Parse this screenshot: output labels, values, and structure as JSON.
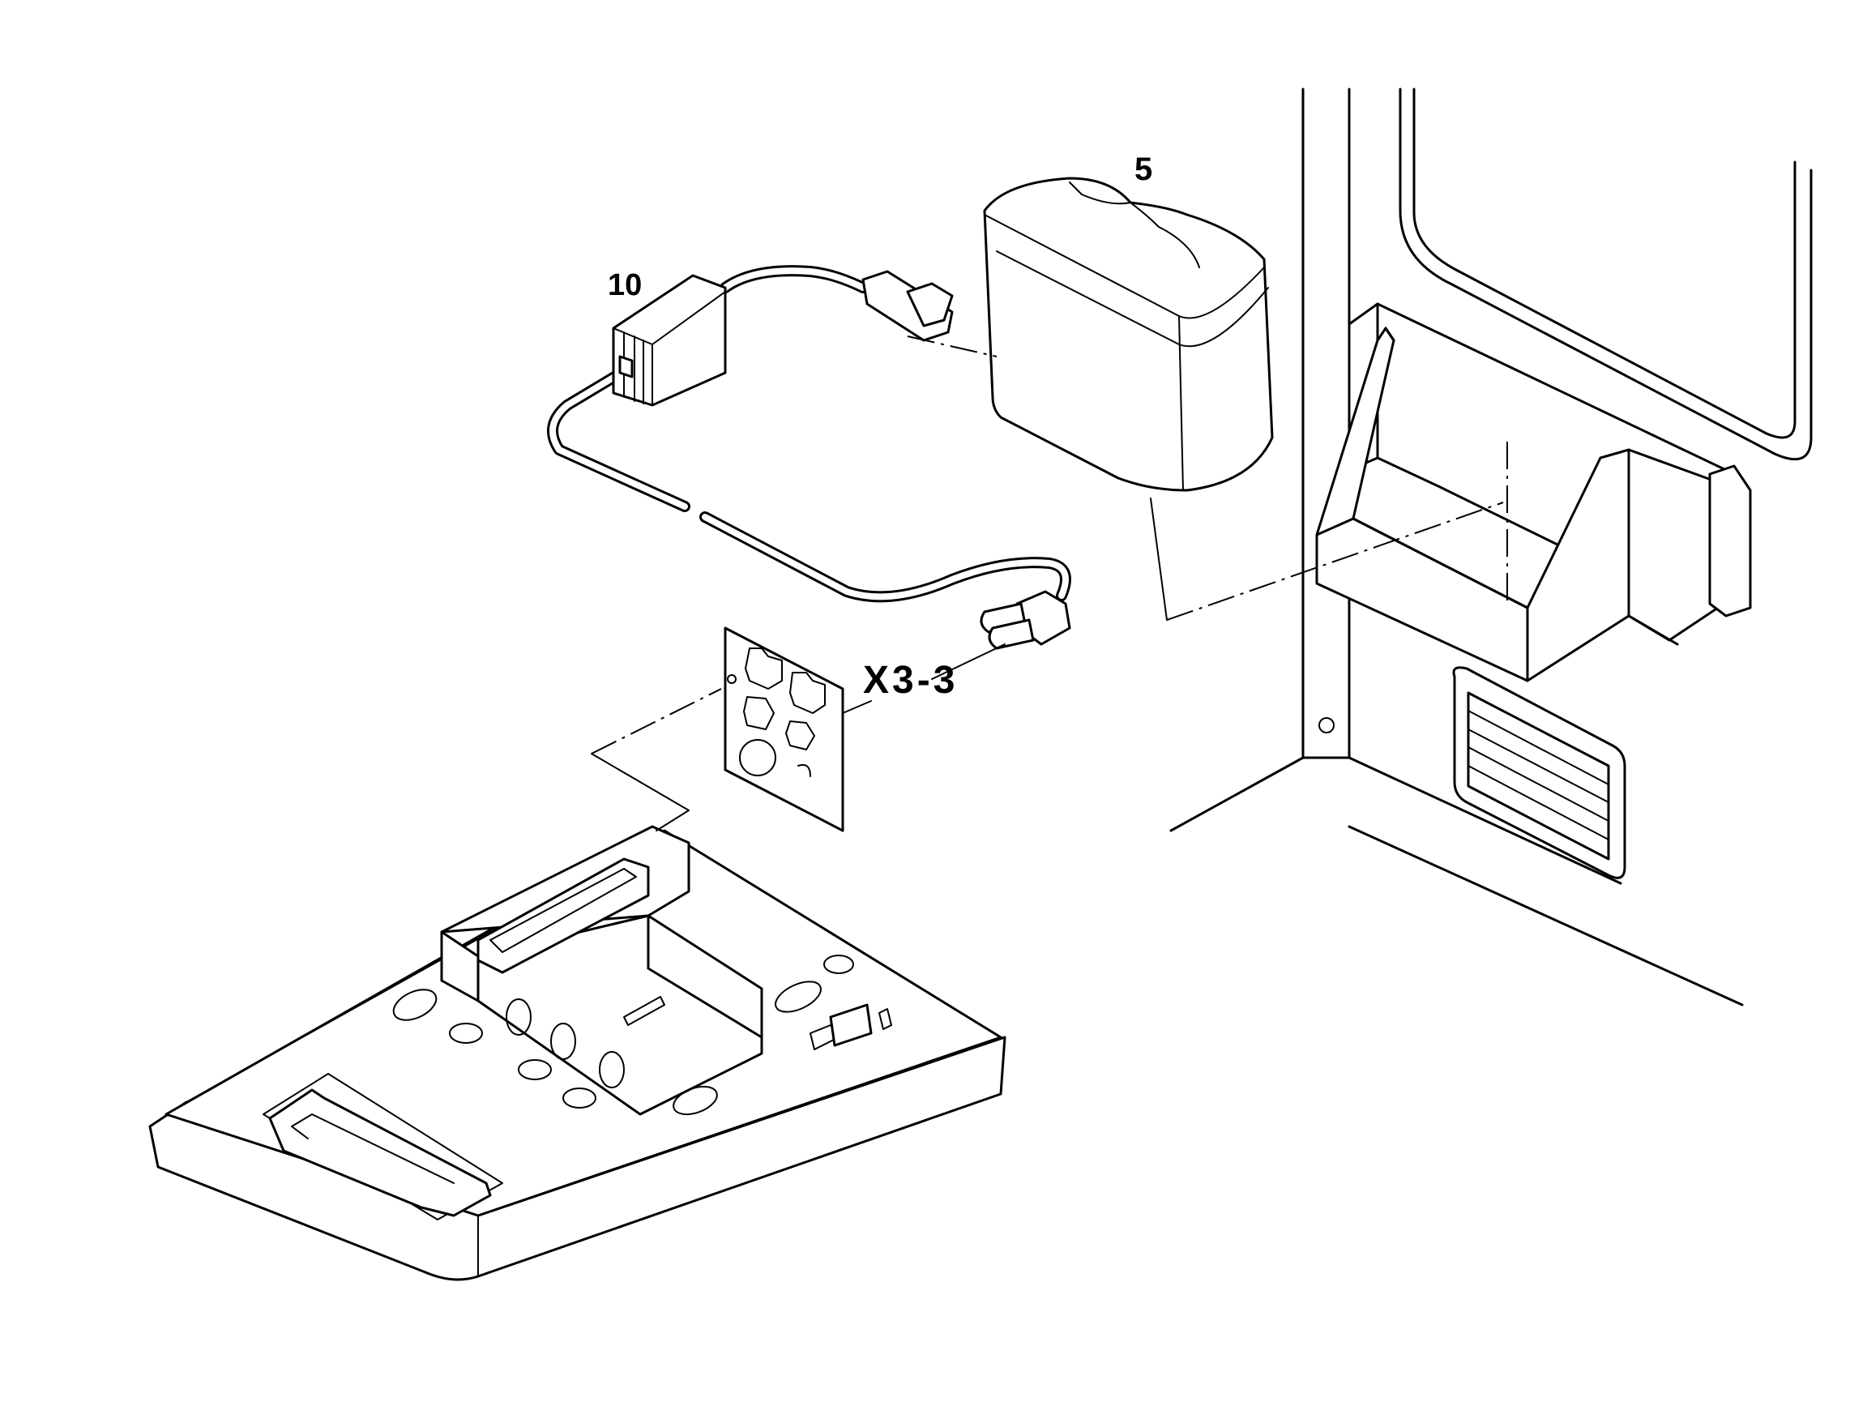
{
  "callouts": {
    "battery": "5",
    "charger": "10",
    "connector": "X3-3"
  }
}
